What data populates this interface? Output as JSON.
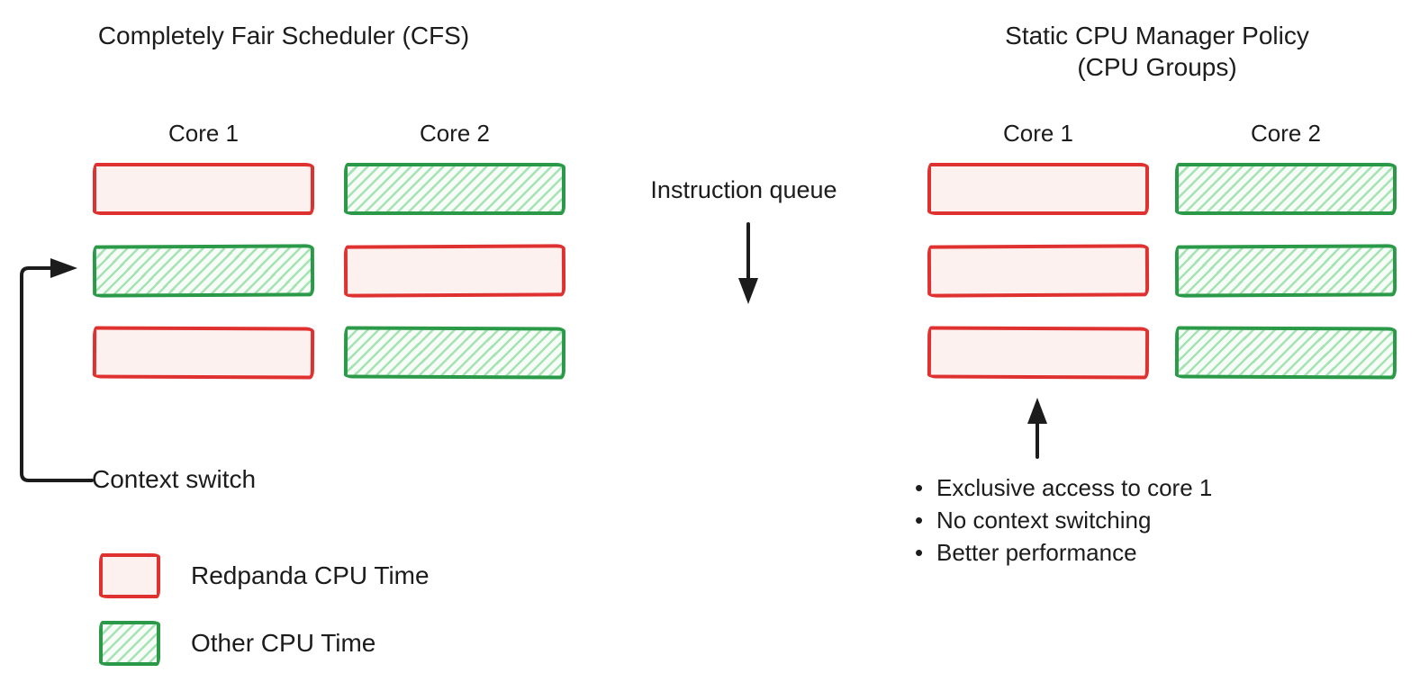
{
  "cfs": {
    "title": "Completely Fair Scheduler (CFS)",
    "core1_label": "Core 1",
    "core2_label": "Core 2",
    "core1_blocks": [
      "redpanda",
      "other",
      "redpanda"
    ],
    "core2_blocks": [
      "other",
      "redpanda",
      "other"
    ],
    "context_switch_label": "Context switch"
  },
  "queue": {
    "label": "Instruction queue"
  },
  "static_policy": {
    "title_line1": "Static CPU Manager Policy",
    "title_line2": "(CPU Groups)",
    "core1_label": "Core 1",
    "core2_label": "Core 2",
    "core1_blocks": [
      "redpanda",
      "redpanda",
      "redpanda"
    ],
    "core2_blocks": [
      "other",
      "other",
      "other"
    ],
    "bullets": [
      "Exclusive access to core 1",
      "No context switching",
      "Better performance"
    ]
  },
  "legend": {
    "items": [
      {
        "swatch": "redpanda",
        "label": "Redpanda CPU Time"
      },
      {
        "swatch": "other",
        "label": "Other CPU Time"
      }
    ]
  },
  "colors": {
    "redpanda_border": "#e03131",
    "redpanda_fill": "#fdf1f0",
    "other_border": "#2b9a48",
    "other_fill": "#f7fcf8",
    "other_hatch": "#79d68c",
    "ink": "#1c1c1c"
  }
}
